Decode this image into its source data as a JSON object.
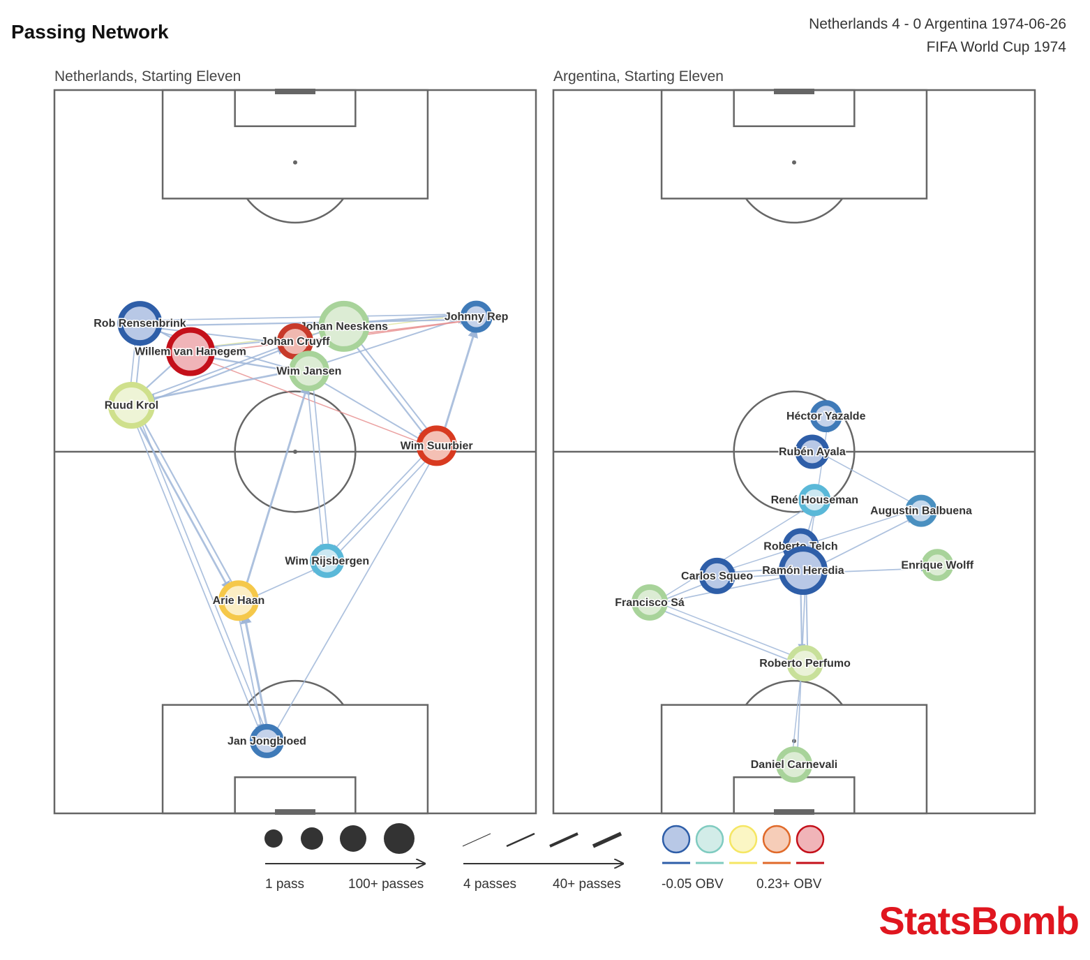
{
  "header": {
    "title": "Passing Network",
    "match_line1": "Netherlands 4 - 0 Argentina 1974-06-26",
    "match_line2": "FIFA World Cup 1974",
    "brand": "StatsBomb"
  },
  "legend": {
    "size_min_label": "1 pass",
    "size_max_label": "100+ passes",
    "width_min_label": "4 passes",
    "width_max_label": "40+ passes",
    "obv_min_label": "-0.05 OBV",
    "obv_max_label": "0.23+ OBV",
    "obv_colors": [
      "#2e5ea8",
      "#7fcbc0",
      "#f5e663",
      "#e06a2a",
      "#c4101a"
    ],
    "obv_fills": [
      "#b8c8e6",
      "#d2ece8",
      "#fbf6c4",
      "#f6cdb8",
      "#f0b4b8"
    ]
  },
  "chart_data": [
    {
      "type": "network",
      "panel_title": "Netherlands, Starting Eleven",
      "pitch": {
        "x_range": [
          0,
          80
        ],
        "y_range": [
          0,
          120
        ],
        "note": "x = across pitch, y = distance from own goal (attacking upward)"
      },
      "players": [
        {
          "name": "Rob Rensenbrink",
          "x": 14.2,
          "y": 81.3,
          "passes": 60,
          "color": "#2e5ea8",
          "fill": "#b8c8e6"
        },
        {
          "name": "Johnny Rep",
          "x": 70.1,
          "y": 82.4,
          "passes": 30,
          "color": "#3f7ab8",
          "fill": "#c4d2ea"
        },
        {
          "name": "Johan Neeskens",
          "x": 48.1,
          "y": 80.8,
          "passes": 75,
          "color": "#a8d39a",
          "fill": "#dcecd4"
        },
        {
          "name": "Johan Cruyff",
          "x": 40.0,
          "y": 78.3,
          "passes": 40,
          "color": "#c83a2a",
          "fill": "#f0b8b0"
        },
        {
          "name": "Willem van Hanegem",
          "x": 22.6,
          "y": 76.6,
          "passes": 70,
          "color": "#c4101a",
          "fill": "#f0b4b8"
        },
        {
          "name": "Wim Jansen",
          "x": 42.3,
          "y": 73.4,
          "passes": 50,
          "color": "#a8d39a",
          "fill": "#dcecd4"
        },
        {
          "name": "Ruud Krol",
          "x": 12.8,
          "y": 67.7,
          "passes": 65,
          "color": "#cfe08c",
          "fill": "#eef4d6"
        },
        {
          "name": "Wim Suurbier",
          "x": 63.5,
          "y": 61.0,
          "passes": 50,
          "color": "#d83a20",
          "fill": "#f4c0b4"
        },
        {
          "name": "Wim Rijsbergen",
          "x": 45.3,
          "y": 41.9,
          "passes": 35,
          "color": "#5ab8d8",
          "fill": "#cce8f2"
        },
        {
          "name": "Arie Haan",
          "x": 30.6,
          "y": 35.3,
          "passes": 50,
          "color": "#f5c84a",
          "fill": "#fceec4"
        },
        {
          "name": "Jan Jongbloed",
          "x": 35.3,
          "y": 12.0,
          "passes": 35,
          "color": "#3f7ab8",
          "fill": "#c4d2ea"
        }
      ],
      "edges": [
        {
          "from": "Johnny Rep",
          "to": "Johan Neeskens",
          "passes": 14,
          "color": "#9fb6d8"
        },
        {
          "from": "Johnny Rep",
          "to": "Rob Rensenbrink",
          "passes": 6,
          "color": "#9fb6d8"
        },
        {
          "from": "Johnny Rep",
          "to": "Willem van Hanegem",
          "passes": 4,
          "color": "#e0e6a0"
        },
        {
          "from": "Johnny Rep",
          "to": "Wim Jansen",
          "passes": 8,
          "color": "#9fb6d8"
        },
        {
          "from": "Rob Rensenbrink",
          "to": "Johnny Rep",
          "passes": 10,
          "color": "#9fb6d8"
        },
        {
          "from": "Rob Rensenbrink",
          "to": "Wim Jansen",
          "passes": 8,
          "color": "#9fb6d8"
        },
        {
          "from": "Rob Rensenbrink",
          "to": "Ruud Krol",
          "passes": 6,
          "color": "#9fb6d8"
        },
        {
          "from": "Rob Rensenbrink",
          "to": "Johan Cruyff",
          "passes": 8,
          "color": "#9fb6d8"
        },
        {
          "from": "Willem van Hanegem",
          "to": "Johnny Rep",
          "passes": 6,
          "color": "#e89090"
        },
        {
          "from": "Willem van Hanegem",
          "to": "Rob Rensenbrink",
          "passes": 10,
          "color": "#9fb6d8"
        },
        {
          "from": "Willem van Hanegem",
          "to": "Ruud Krol",
          "passes": 10,
          "color": "#9fb6d8"
        },
        {
          "from": "Willem van Hanegem",
          "to": "Wim Jansen",
          "passes": 12,
          "color": "#9fb6d8"
        },
        {
          "from": "Willem van Hanegem",
          "to": "Wim Suurbier",
          "passes": 4,
          "color": "#e89090"
        },
        {
          "from": "Johan Cruyff",
          "to": "Willem van Hanegem",
          "passes": 8,
          "color": "#9fb6d8"
        },
        {
          "from": "Johan Cruyff",
          "to": "Johnny Rep",
          "passes": 6,
          "color": "#e89090"
        },
        {
          "from": "Johan Neeskens",
          "to": "Ruud Krol",
          "passes": 8,
          "color": "#9fb6d8"
        },
        {
          "from": "Johan Neeskens",
          "to": "Wim Suurbier",
          "passes": 10,
          "color": "#9fb6d8"
        },
        {
          "from": "Wim Jansen",
          "to": "Ruud Krol",
          "passes": 14,
          "color": "#9fb6d8"
        },
        {
          "from": "Wim Jansen",
          "to": "Wim Rijsbergen",
          "passes": 6,
          "color": "#9fb6d8"
        },
        {
          "from": "Wim Jansen",
          "to": "Wim Suurbier",
          "passes": 8,
          "color": "#9fb6d8"
        },
        {
          "from": "Ruud Krol",
          "to": "Rob Rensenbrink",
          "passes": 8,
          "color": "#9fb6d8"
        },
        {
          "from": "Ruud Krol",
          "to": "Johan Cruyff",
          "passes": 10,
          "color": "#9fb6d8"
        },
        {
          "from": "Ruud Krol",
          "to": "Arie Haan",
          "passes": 14,
          "color": "#9fb6d8"
        },
        {
          "from": "Ruud Krol",
          "to": "Jan Jongbloed",
          "passes": 6,
          "color": "#9fb6d8"
        },
        {
          "from": "Wim Suurbier",
          "to": "Johnny Rep",
          "passes": 16,
          "color": "#9fb6d8"
        },
        {
          "from": "Wim Suurbier",
          "to": "Johan Neeskens",
          "passes": 8,
          "color": "#9fb6d8"
        },
        {
          "from": "Wim Suurbier",
          "to": "Wim Rijsbergen",
          "passes": 6,
          "color": "#9fb6d8"
        },
        {
          "from": "Wim Rijsbergen",
          "to": "Wim Jansen",
          "passes": 6,
          "color": "#9fb6d8"
        },
        {
          "from": "Wim Rijsbergen",
          "to": "Wim Suurbier",
          "passes": 6,
          "color": "#9fb6d8"
        },
        {
          "from": "Arie Haan",
          "to": "Wim Jansen",
          "passes": 16,
          "color": "#9fb6d8"
        },
        {
          "from": "Arie Haan",
          "to": "Ruud Krol",
          "passes": 10,
          "color": "#9fb6d8"
        },
        {
          "from": "Arie Haan",
          "to": "Wim Rijsbergen",
          "passes": 6,
          "color": "#9fb6d8"
        },
        {
          "from": "Arie Haan",
          "to": "Jan Jongbloed",
          "passes": 8,
          "color": "#9fb6d8"
        },
        {
          "from": "Jan Jongbloed",
          "to": "Arie Haan",
          "passes": 18,
          "color": "#9fb6d8"
        },
        {
          "from": "Jan Jongbloed",
          "to": "Wim Suurbier",
          "passes": 6,
          "color": "#9fb6d8"
        },
        {
          "from": "Jan Jongbloed",
          "to": "Ruud Krol",
          "passes": 6,
          "color": "#9fb6d8"
        }
      ]
    },
    {
      "type": "network",
      "panel_title": "Argentina, Starting Eleven",
      "pitch": {
        "x_range": [
          0,
          80
        ],
        "y_range": [
          0,
          120
        ],
        "note": "x = across pitch, y = distance from own goal (attacking upward)"
      },
      "players": [
        {
          "name": "Héctor Yazalde",
          "x": 45.3,
          "y": 65.9,
          "passes": 30,
          "color": "#3f7ab8",
          "fill": "#c4d2ea"
        },
        {
          "name": "Rubén Ayala",
          "x": 43.0,
          "y": 60.0,
          "passes": 35,
          "color": "#2e5ea8",
          "fill": "#b8c8e6"
        },
        {
          "name": "René Houseman",
          "x": 43.4,
          "y": 52.0,
          "passes": 30,
          "color": "#5ab8d8",
          "fill": "#cce8f2"
        },
        {
          "name": "Augustin Balbuena",
          "x": 61.1,
          "y": 50.2,
          "passes": 30,
          "color": "#4a90c0",
          "fill": "#c4d8ec"
        },
        {
          "name": "Roberto Telch",
          "x": 41.1,
          "y": 44.3,
          "passes": 40,
          "color": "#2e5ea8",
          "fill": "#b8c8e6"
        },
        {
          "name": "Enrique Wolff",
          "x": 63.8,
          "y": 41.2,
          "passes": 30,
          "color": "#a8d39a",
          "fill": "#dcecd4"
        },
        {
          "name": "Ramón Heredia",
          "x": 41.5,
          "y": 40.3,
          "passes": 70,
          "color": "#2e5ea8",
          "fill": "#b8c8e6"
        },
        {
          "name": "Carlos Squeo",
          "x": 27.2,
          "y": 39.4,
          "passes": 40,
          "color": "#2e5ea8",
          "fill": "#b8c8e6"
        },
        {
          "name": "Francisco Sá",
          "x": 16.0,
          "y": 35.0,
          "passes": 40,
          "color": "#a8d39a",
          "fill": "#dcecd4"
        },
        {
          "name": "Roberto Perfumo",
          "x": 41.8,
          "y": 24.9,
          "passes": 40,
          "color": "#c8e09a",
          "fill": "#eaf2d8"
        },
        {
          "name": "Daniel Carnevali",
          "x": 40.0,
          "y": 8.1,
          "passes": 40,
          "color": "#a8d39a",
          "fill": "#dcecd4"
        }
      ],
      "edges": [
        {
          "from": "Ramón Heredia",
          "to": "Roberto Perfumo",
          "passes": 10,
          "color": "#9fb6d8"
        },
        {
          "from": "Roberto Perfumo",
          "to": "Ramón Heredia",
          "passes": 8,
          "color": "#9fb6d8"
        },
        {
          "from": "Ramón Heredia",
          "to": "Carlos Squeo",
          "passes": 8,
          "color": "#9fb6d8"
        },
        {
          "from": "Carlos Squeo",
          "to": "Ramón Heredia",
          "passes": 6,
          "color": "#9fb6d8"
        },
        {
          "from": "Francisco Sá",
          "to": "Ramón Heredia",
          "passes": 6,
          "color": "#9fb6d8"
        },
        {
          "from": "Francisco Sá",
          "to": "Carlos Squeo",
          "passes": 6,
          "color": "#9fb6d8"
        },
        {
          "from": "Francisco Sá",
          "to": "René Houseman",
          "passes": 4,
          "color": "#9fb6d8"
        },
        {
          "from": "Francisco Sá",
          "to": "Roberto Perfumo",
          "passes": 6,
          "color": "#9fb6d8"
        },
        {
          "from": "Roberto Perfumo",
          "to": "Francisco Sá",
          "passes": 4,
          "color": "#9fb6d8"
        },
        {
          "from": "Ramón Heredia",
          "to": "Enrique Wolff",
          "passes": 6,
          "color": "#9fb6d8"
        },
        {
          "from": "Ramón Heredia",
          "to": "Augustin Balbuena",
          "passes": 6,
          "color": "#9fb6d8"
        },
        {
          "from": "Augustin Balbuena",
          "to": "Carlos Squeo",
          "passes": 4,
          "color": "#9fb6d8"
        },
        {
          "from": "Augustin Balbuena",
          "to": "Rubén Ayala",
          "passes": 4,
          "color": "#9fb6d8"
        },
        {
          "from": "Roberto Telch",
          "to": "René Houseman",
          "passes": 6,
          "color": "#9fb6d8"
        },
        {
          "from": "Ramón Heredia",
          "to": "Héctor Yazalde",
          "passes": 4,
          "color": "#9fb6d8"
        },
        {
          "from": "Daniel Carnevali",
          "to": "Ramón Heredia",
          "passes": 6,
          "color": "#9fb6d8"
        },
        {
          "from": "Roberto Perfumo",
          "to": "Daniel Carnevali",
          "passes": 4,
          "color": "#9fb6d8"
        }
      ]
    }
  ]
}
